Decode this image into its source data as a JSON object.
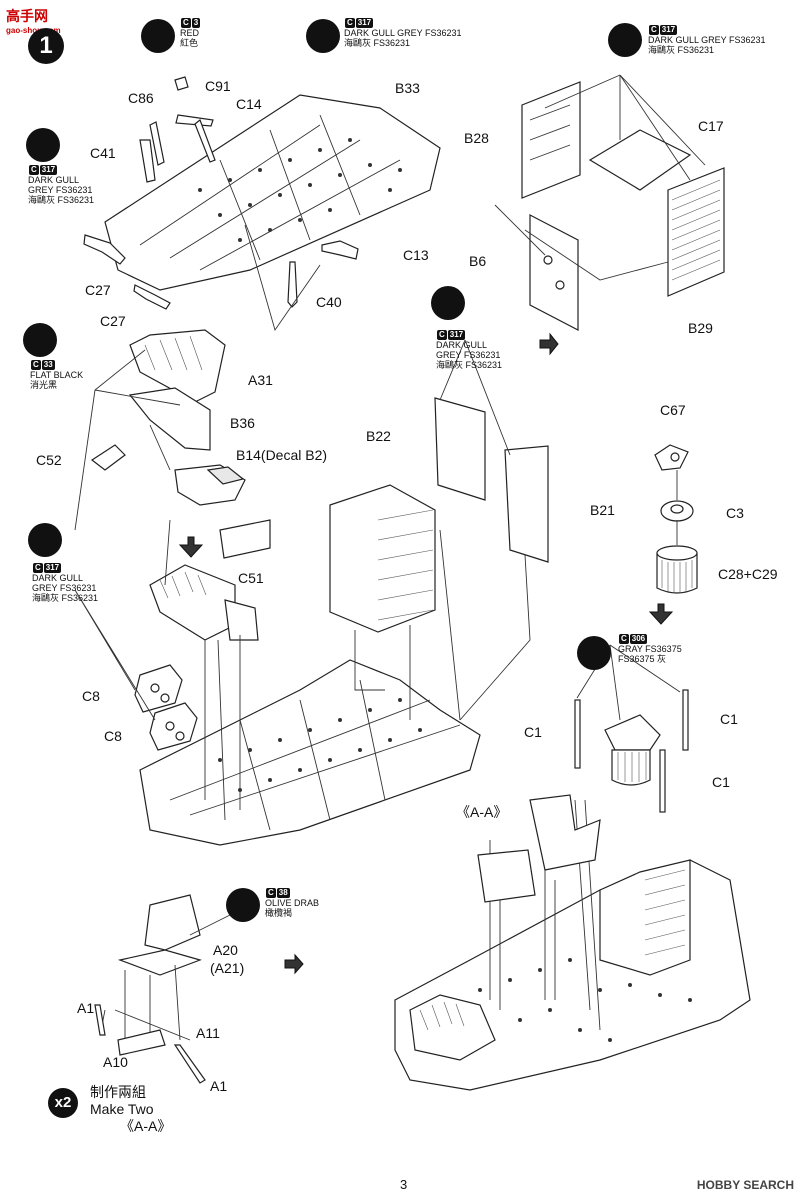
{
  "watermark": {
    "site_top": "高手网",
    "site_bottom": "gao-shou.com"
  },
  "step": {
    "number": "1"
  },
  "paint_callouts": [
    {
      "id": "red",
      "code": "C",
      "num": "3",
      "lines": [
        "RED",
        "紅色"
      ]
    },
    {
      "id": "grey-top",
      "code": "C",
      "num": "317",
      "lines": [
        "DARK GULL GREY FS36231",
        "海鷗灰 FS36231"
      ]
    },
    {
      "id": "grey-right",
      "code": "C",
      "num": "317",
      "lines": [
        "DARK GULL GREY FS36231",
        "海鷗灰 FS36231"
      ]
    },
    {
      "id": "grey-left",
      "code": "C",
      "num": "317",
      "lines": [
        "DARK GULL",
        "GREY FS36231",
        "海鷗灰 FS36231"
      ]
    },
    {
      "id": "black",
      "code": "C",
      "num": "33",
      "lines": [
        "FLAT BLACK",
        "消光黑"
      ]
    },
    {
      "id": "grey-mid",
      "code": "C",
      "num": "317",
      "lines": [
        "DARK GULL",
        "GREY FS36231",
        "海鷗灰 FS36231"
      ]
    },
    {
      "id": "grey-lower",
      "code": "C",
      "num": "317",
      "lines": [
        "DARK GULL",
        "GREY FS36231",
        "海鷗灰 FS36231"
      ]
    },
    {
      "id": "gray375",
      "code": "C",
      "num": "306",
      "lines": [
        "GRAY FS36375",
        "FS36375 灰"
      ]
    },
    {
      "id": "olive",
      "code": "C",
      "num": "38",
      "lines": [
        "OLIVE DRAB",
        "橄欖褐"
      ]
    }
  ],
  "part_labels": {
    "c91": "C91",
    "c86": "C86",
    "c14": "C14",
    "b33": "B33",
    "c41": "C41",
    "c27a": "C27",
    "c27b": "C27",
    "c13": "C13",
    "c40": "C40",
    "b28": "B28",
    "c17": "C17",
    "b6": "B6",
    "b29": "B29",
    "a31": "A31",
    "b36": "B36",
    "c52": "C52",
    "b14": "B14(Decal B2)",
    "c51": "C51",
    "b22": "B22",
    "b21": "B21",
    "c67": "C67",
    "c3": "C3",
    "c28": "C28+C29",
    "c8a": "C8",
    "c8b": "C8",
    "c1a": "C1",
    "c1b": "C1",
    "c1c": "C1",
    "aa_top": "《A-A》",
    "a20": "A20",
    "a21": "(A21)",
    "a1a": "A1",
    "a11": "A11",
    "a10": "A10",
    "a1b": "A1"
  },
  "make_two": {
    "badge": "x2",
    "line_cn": "制作兩組",
    "line_en": "Make Two",
    "ref": "《A-A》"
  },
  "page_number": "3",
  "source_logo": "HOBBY SEARCH"
}
